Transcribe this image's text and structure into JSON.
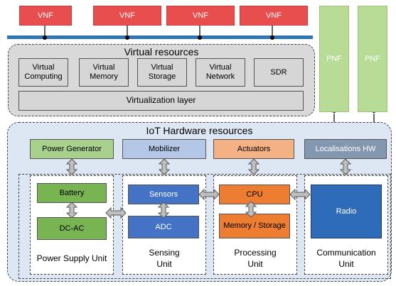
{
  "vnf": [
    "VNF",
    "VNF",
    "VNF",
    "VNF"
  ],
  "pnf": [
    "PNF",
    "PNF"
  ],
  "virtual": {
    "title": "Virtual resources",
    "items": [
      "Virtual Computing",
      "Virtual Memory",
      "Virtual Storage",
      "Virtual Network",
      "SDR"
    ],
    "layer": "Virtualization layer"
  },
  "hardware": {
    "title": "IoT Hardware resources",
    "top": [
      "Power Generator",
      "Mobilizer",
      "Actuators",
      "Localisations HW"
    ],
    "units": {
      "power": {
        "label": "Power Supply Unit",
        "items": [
          "Battery",
          "DC-AC"
        ]
      },
      "sensing": {
        "label": "Sensing Unit",
        "items": [
          "Sensors",
          "ADC"
        ]
      },
      "processing": {
        "label": "Processing Unit",
        "items": [
          "CPU",
          "Memory / Storage"
        ]
      },
      "communication": {
        "label": "Communication Unit",
        "items": [
          "Radio"
        ]
      }
    }
  },
  "colors": {
    "vnf": "#e84e4e",
    "pnf": "#b8dc96",
    "bus": "#2e75b6",
    "virtual_panel": "#d9d9d9",
    "hardware_panel": "#dde7f3",
    "green": "#78b552",
    "blue": "#4472c4",
    "orange": "#ed7d31"
  }
}
